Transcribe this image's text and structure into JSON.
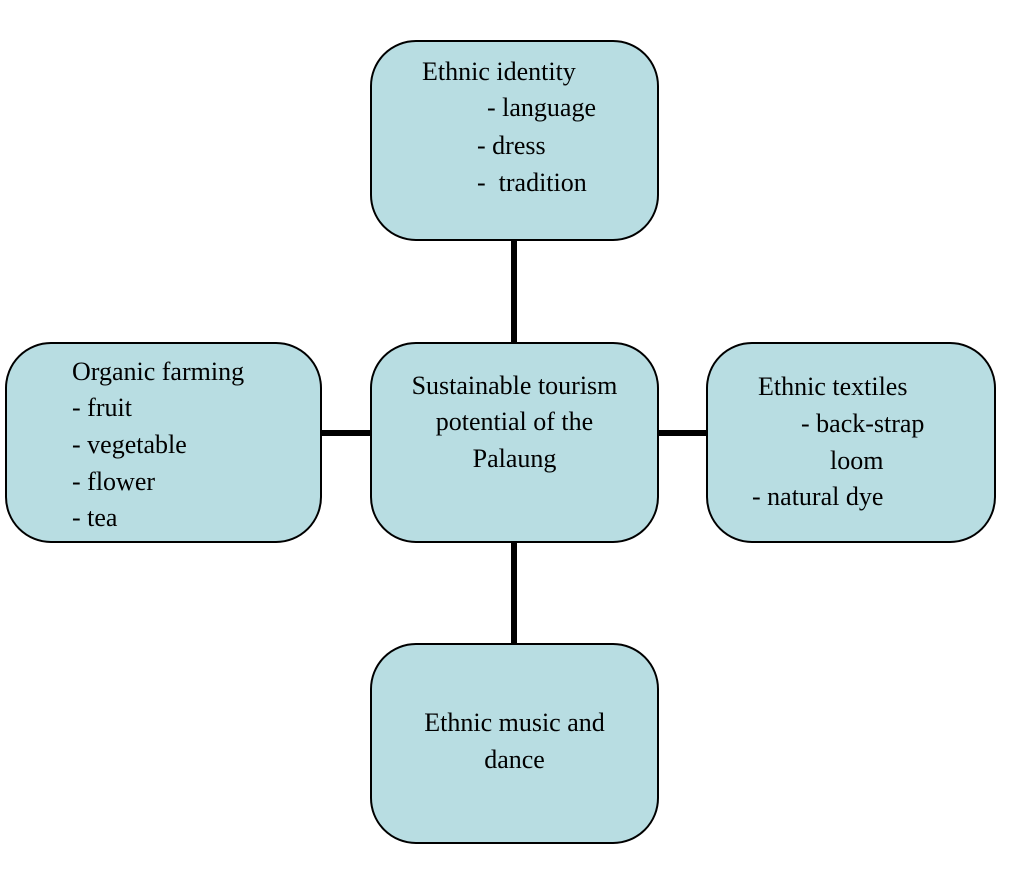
{
  "diagram": {
    "center": {
      "lines": [
        "Sustainable tourism",
        "potential of the",
        "Palaung"
      ]
    },
    "top": {
      "lines": [
        "Ethnic identity",
        "- language",
        "- dress",
        "-  tradition"
      ]
    },
    "left": {
      "lines": [
        "Organic farming",
        "- fruit",
        "- vegetable",
        "- flower",
        "- tea"
      ]
    },
    "right": {
      "lines": [
        "Ethnic textiles",
        "- back-strap",
        "loom",
        "- natural dye"
      ]
    },
    "bottom": {
      "lines": [
        "Ethnic music and",
        "dance"
      ]
    },
    "colors": {
      "box_fill": "#b8dde2",
      "border": "#000000",
      "connector": "#000000"
    }
  }
}
